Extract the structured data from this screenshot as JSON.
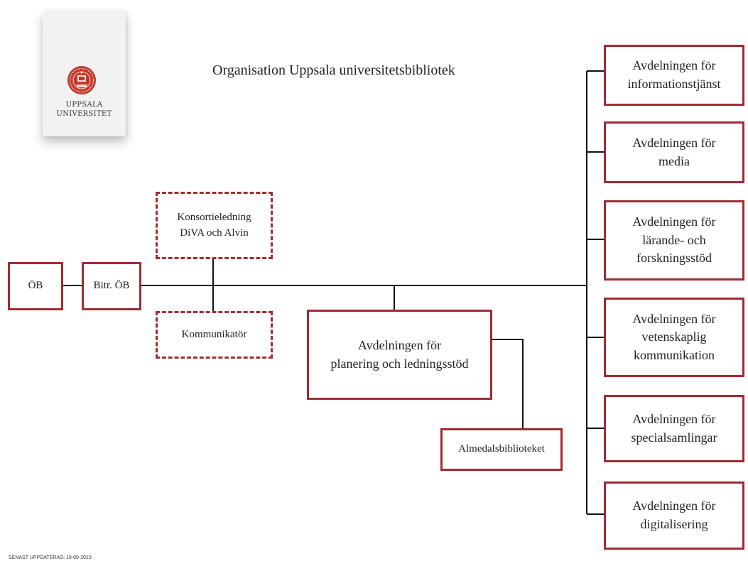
{
  "logo": {
    "line1": "UPPSALA",
    "line2": "UNIVERSITET",
    "seal_icon": "uppsala-university-seal-icon",
    "color": "#c0392b"
  },
  "title": "Organisation Uppsala universitetsbibliotek",
  "accent_color": "#a02b32",
  "nodes": {
    "ob": "ÖB",
    "bitr_ob": "Bitr. ÖB",
    "konsortieledning": "Konsortieledning\nDiVA och Alvin",
    "kommunikator": "Kommunikatör",
    "planering": "Avdelningen för\nplanering och ledningsstöd",
    "almedal": "Almedalsbiblioteket",
    "departments": [
      "Avdelningen för\ninformationstjänst",
      "Avdelningen för\nmedia",
      "Avdelningen för\nlärande- och\nforskningsstöd",
      "Avdelningen för\nvetenskaplig\nkommunikation",
      "Avdelningen för\nspecialsamlingar",
      "Avdelningen för\ndigitalisering"
    ]
  },
  "footer": "SENAST UPPDATERAD: 19-09-2019"
}
